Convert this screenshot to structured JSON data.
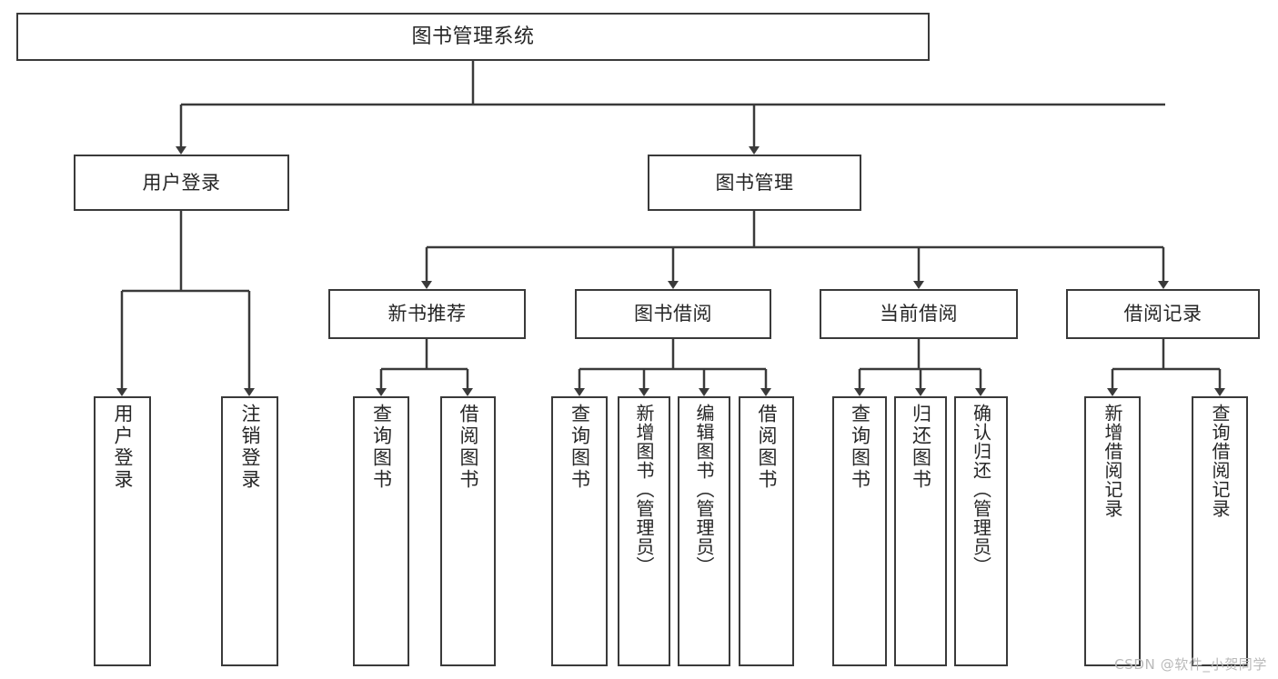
{
  "diagram": {
    "type": "tree-hierarchy",
    "title": "图书管理系统",
    "watermark": "CSDN @软件_小贺同学",
    "colors": {
      "stroke": "#3a3a3a",
      "fill": "#ffffff",
      "text": "#262626",
      "watermark": "#b9b9b9"
    },
    "root": {
      "label": "图书管理系统"
    },
    "level2": [
      {
        "label": "用户登录"
      },
      {
        "label": "图书管理"
      }
    ],
    "level3": [
      {
        "label": "新书推荐"
      },
      {
        "label": "图书借阅"
      },
      {
        "label": "当前借阅"
      },
      {
        "label": "借阅记录"
      }
    ],
    "leaves": {
      "user_login": [
        {
          "label": "用户登录"
        },
        {
          "label": "注销登录"
        }
      ],
      "new_book_recommend": [
        {
          "label": "查询图书"
        },
        {
          "label": "借阅图书"
        }
      ],
      "book_borrow": [
        {
          "label": "查询图书"
        },
        {
          "label": "新增图书（管理员）"
        },
        {
          "label": "编辑图书（管理员）"
        },
        {
          "label": "借阅图书"
        }
      ],
      "current_borrow": [
        {
          "label": "查询图书"
        },
        {
          "label": "归还图书"
        },
        {
          "label": "确认归还（管理员）"
        }
      ],
      "borrow_records": [
        {
          "label": "新增借阅记录"
        },
        {
          "label": "查询借阅记录"
        }
      ]
    }
  }
}
